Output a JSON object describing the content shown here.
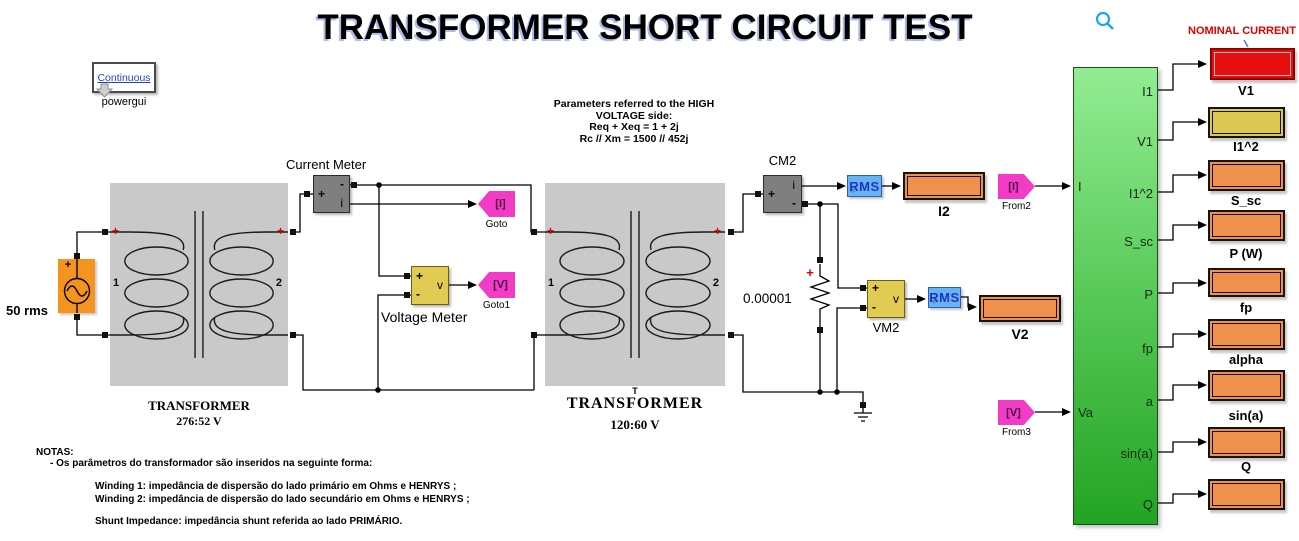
{
  "title": "TRANSFORMER SHORT CIRCUIT TEST",
  "powergui": {
    "mode": "Continuous",
    "name": "powergui"
  },
  "source": {
    "label": "50 rms",
    "plus": "+"
  },
  "transformer1": {
    "name": "TRANSFORMER",
    "ratio": "276:52 V",
    "port1": "1",
    "port2": "2",
    "plus_left": "+",
    "plus_right": "+"
  },
  "transformer2": {
    "tag": "T",
    "name": "TRANSFORMER",
    "ratio": "120:60 V",
    "port1": "1",
    "port2": "2",
    "plus_left": "+",
    "plus_right": "+"
  },
  "current_meter": {
    "name": "Current Meter",
    "plus": "+",
    "minus": "-",
    "out": "i"
  },
  "voltage_meter": {
    "name": "Voltage Meter",
    "plus": "+",
    "minus": "-",
    "out": "v"
  },
  "cm2": {
    "name": "CM2",
    "plus": "+",
    "minus": "-",
    "out": "i"
  },
  "vm2": {
    "name": "VM2",
    "plus": "+",
    "minus": "-",
    "out": "v"
  },
  "rms": {
    "label": "RMS"
  },
  "goto_tags": [
    {
      "text": "[I]",
      "name": "Goto"
    },
    {
      "text": "[V]",
      "name": "Goto1"
    }
  ],
  "from_tags": [
    {
      "text": "[I]",
      "name": "From2"
    },
    {
      "text": "[V]",
      "name": "From3"
    }
  ],
  "displays": {
    "i2": "I2",
    "v2": "V2"
  },
  "resistor": {
    "value": "0.00001",
    "plus": "+"
  },
  "subsystem": {
    "inputs": [
      "I",
      "Va"
    ],
    "outputs": [
      "I1",
      "V1",
      "I1^2",
      "S_sc",
      "P",
      "fp",
      "a",
      "sin(a)",
      "Q"
    ]
  },
  "right_column": [
    {
      "label": "NOMINAL CURRENT"
    },
    {
      "label": "V1"
    },
    {
      "label": "I1^2"
    },
    {
      "label": "S_sc"
    },
    {
      "label": "P (W)"
    },
    {
      "label": "fp"
    },
    {
      "label": "alpha"
    },
    {
      "label": "sin(a)"
    },
    {
      "label": "Q"
    }
  ],
  "annotations": {
    "parameters": [
      "Parameters referred to the HIGH",
      "VOLTAGE side:",
      "Req + Xeq = 1 + 2j",
      "Rc // Xm = 1500 // 452j"
    ],
    "notes_title": "NOTAS:",
    "notes": [
      "- Os parâmetros do transformador  são inseridos na seguinte forma:",
      "Winding 1: impedância de dispersão do  lado primário em Ohms e HENRYS ;",
      "Winding 2: impedância de dispersão do  lado secundário em Ohms e HENRYS ;",
      "Shunt Impedance: impedância shunt referida ao lado PRIMÁRIO."
    ]
  },
  "colors": {
    "tag_magenta": "#f23cc7",
    "display_orange": "#ef914d",
    "display_red": "#e60f0f",
    "display_yellow": "#ddc750",
    "rms_blue": "#66b4f5",
    "subsystem_green": "#2ca02c",
    "source_orange": "#f5931f",
    "nominal_current_red": "#e00000"
  }
}
